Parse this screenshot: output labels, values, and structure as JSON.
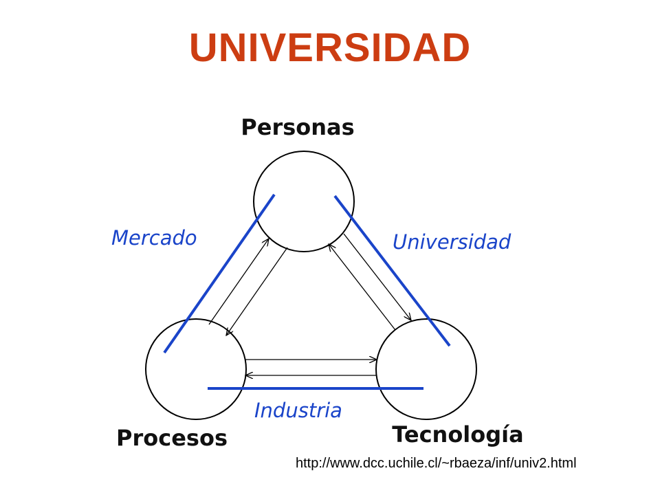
{
  "title": "UNIVERSIDAD",
  "colors": {
    "title": "#cc3d12",
    "connector": "#1a44c9",
    "node_outline": "#000000",
    "node_label": "#111111"
  },
  "nodes": {
    "personas": "Personas",
    "procesos": "Procesos",
    "tecnologia": "Tecnología"
  },
  "links": {
    "mercado": "Mercado",
    "universidad": "Universidad",
    "industria": "Industria"
  },
  "source_url": "http://www.dcc.uchile.cl/~rbaeza/inf/univ2.html"
}
